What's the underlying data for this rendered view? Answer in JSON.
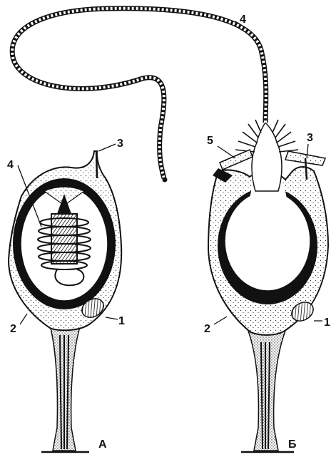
{
  "panels": {
    "a": {
      "tag": "А",
      "callouts": [
        "1",
        "2",
        "3",
        "4"
      ]
    },
    "b": {
      "tag": "Б",
      "callouts": [
        "1",
        "2",
        "3",
        "4",
        "5"
      ]
    }
  },
  "colors": {
    "ink": "#111111",
    "paper": "#ffffff"
  }
}
